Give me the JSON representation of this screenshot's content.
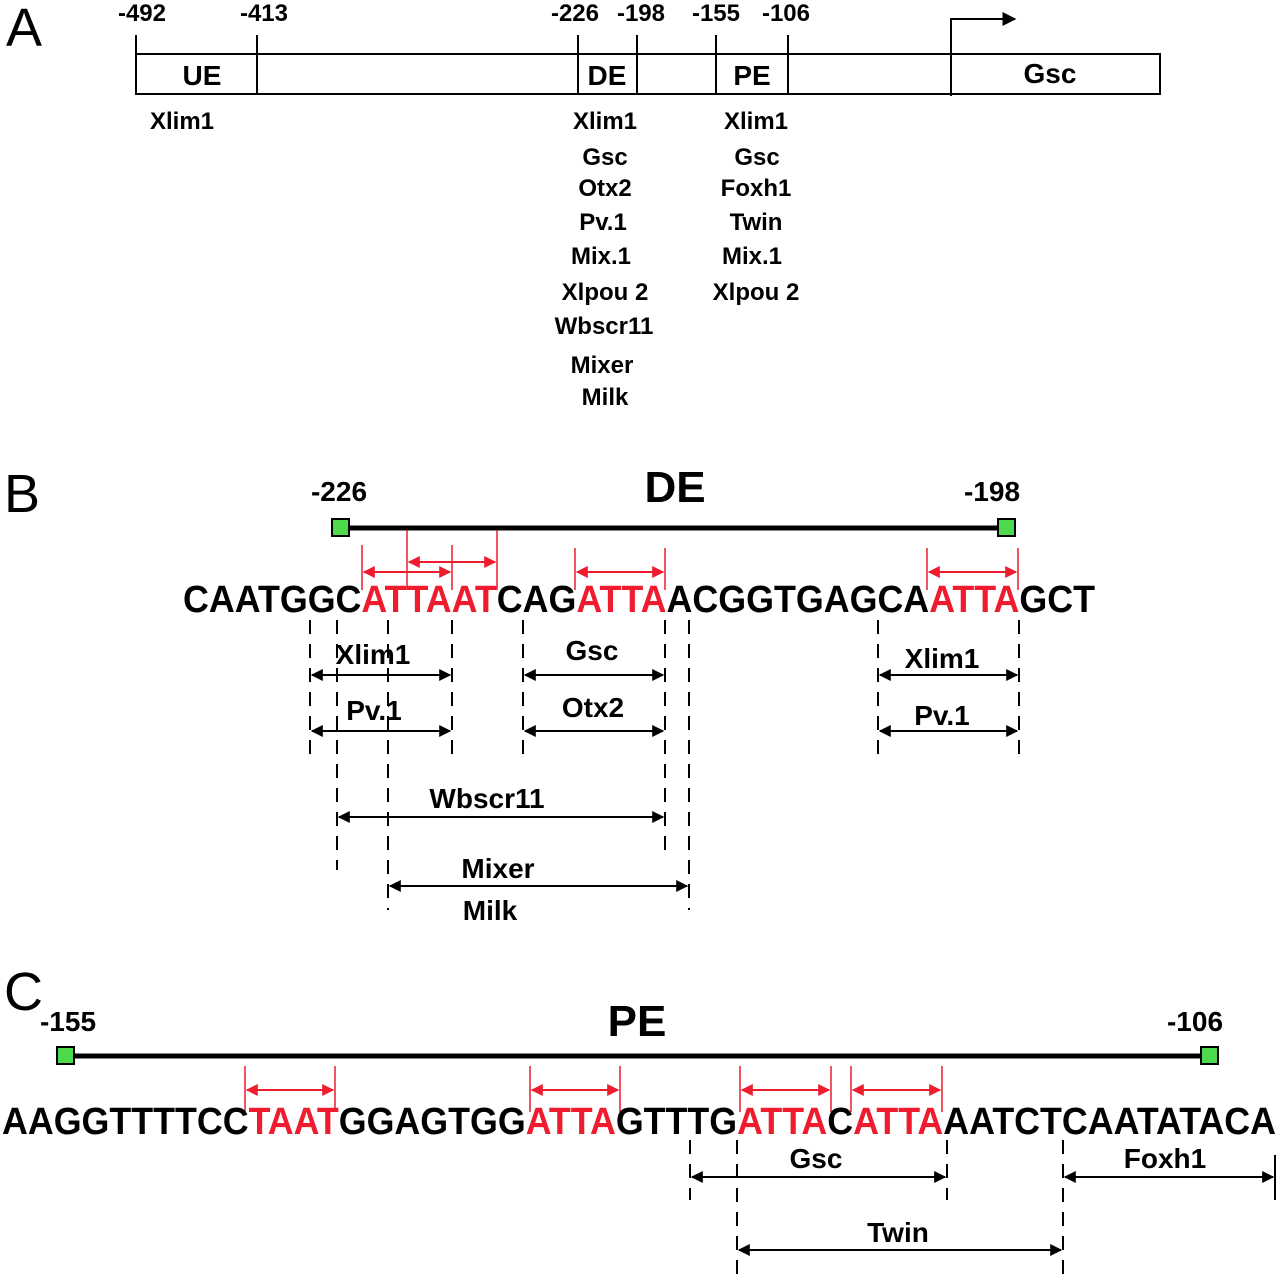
{
  "panelA": {
    "label": "A",
    "positions": [
      "-492",
      "-413",
      "-226",
      "-198",
      "-155",
      "-106"
    ],
    "regions": [
      "UE",
      "DE",
      "PE",
      "Gsc"
    ],
    "ue_factors": [
      "Xlim1"
    ],
    "de_factors": [
      "Xlim1",
      "Gsc",
      "Otx2",
      "Pv.1",
      "Mix.1",
      "Xlpou 2",
      "Wbscr11",
      "Mixer",
      "Milk"
    ],
    "pe_factors": [
      "Xlim1",
      "Gsc",
      "Foxh1",
      "Twin",
      "Mix.1",
      "Xlpou 2"
    ]
  },
  "panelB": {
    "label": "B",
    "title": "DE",
    "start": "-226",
    "end": "-198",
    "sequence": [
      {
        "text": "CAATGGC",
        "highlight": false
      },
      {
        "text": "ATTAAT",
        "highlight": true
      },
      {
        "text": "CAG",
        "highlight": false
      },
      {
        "text": "ATTA",
        "highlight": true
      },
      {
        "text": "ACGGTGAGCA",
        "highlight": false
      },
      {
        "text": "ATTA",
        "highlight": true
      },
      {
        "text": "GCT",
        "highlight": false
      }
    ],
    "sites": [
      "Xlim1",
      "Pv.1",
      "Gsc",
      "Otx2",
      "Xlim1",
      "Pv.1",
      "Wbscr11",
      "Mixer",
      "Milk"
    ]
  },
  "panelC": {
    "label": "C",
    "title": "PE",
    "start": "-155",
    "end": "-106",
    "sequence": [
      {
        "text": "AAGGTTTTCC",
        "highlight": false
      },
      {
        "text": "TAAT",
        "highlight": true
      },
      {
        "text": "GGAGTGG",
        "highlight": false
      },
      {
        "text": "ATTA",
        "highlight": true
      },
      {
        "text": "GTTTG",
        "highlight": false
      },
      {
        "text": "ATTA",
        "highlight": true
      },
      {
        "text": "C",
        "highlight": false
      },
      {
        "text": "ATTA",
        "highlight": true
      },
      {
        "text": "AATCTCAATATACA",
        "highlight": false
      }
    ],
    "sites": [
      "Gsc",
      "Foxh1",
      "Twin"
    ]
  },
  "colors": {
    "highlight": "#ee1c2e",
    "marker": "#4cd94c"
  }
}
